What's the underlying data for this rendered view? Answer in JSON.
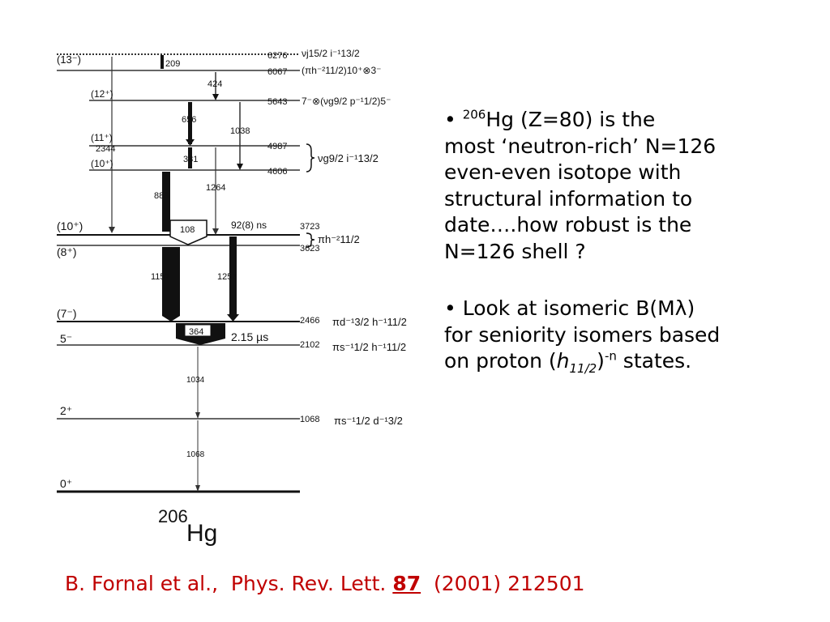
{
  "levels": [
    {
      "spin": "(13⁻)",
      "energy": "6276",
      "config": "νj15/2 i⁻¹13/2"
    },
    {
      "spin": "",
      "energy": "6067",
      "config": "(πh⁻²11/2)10⁺⊗3⁻"
    },
    {
      "spin": "(12⁺)",
      "energy": "5643",
      "config": "7⁻⊗(νg9/2 p⁻¹1/2)5⁻"
    },
    {
      "spin": "(11⁺)",
      "energy": "4987",
      "config": "νg9/2 i⁻¹13/2"
    },
    {
      "spin": "(10⁺)",
      "energy": "4606",
      "config": ""
    },
    {
      "spin": "(10⁺)",
      "energy": "3723",
      "config": "πh⁻²11/2"
    },
    {
      "spin": "(8⁺)",
      "energy": "3623",
      "config": ""
    },
    {
      "spin": "(7⁻)",
      "energy": "2466",
      "config": "πd⁻¹3/2 h⁻¹11/2"
    },
    {
      "spin": "5⁻",
      "energy": "2102",
      "config": "πs⁻¹1/2 h⁻¹11/2"
    },
    {
      "spin": "2⁺",
      "energy": "1068",
      "config": "πs⁻¹1/2 d⁻¹3/2"
    },
    {
      "spin": "0⁺",
      "energy": "",
      "config": ""
    }
  ],
  "transitions": [
    "209",
    "424",
    "656",
    "1038",
    "381",
    "883",
    "1264",
    "2344",
    "108",
    "1157",
    "1257",
    "364",
    "1034",
    "1068"
  ],
  "isomers": {
    "upper": "92(8) ns",
    "lower": "2.15 µs"
  },
  "nucleus": {
    "mass": "206",
    "symbol": "Hg"
  },
  "bullet1": {
    "mass": "206",
    "line1": "Hg (Z=80) is the",
    "line2": "most ‘neutron-rich’ N=126",
    "line3": "even-even isotope with",
    "line4": "structural information to",
    "line5": "date….how robust is the",
    "line6": "N=126 shell ?"
  },
  "bullet2": {
    "line1": "Look at isomeric B(Mλ)",
    "line2": "for seniority  isomers based",
    "line3_pre": "on proton (",
    "orbital": "h",
    "orbital_sub": "11/2",
    "close": ")",
    "power": "-n",
    "line3_post": "  states."
  },
  "reference": {
    "authors": "B. Fornal et al.,",
    "journal": "Phys. Rev. Lett.",
    "volume": "87",
    "details": "(2001) 212501"
  }
}
